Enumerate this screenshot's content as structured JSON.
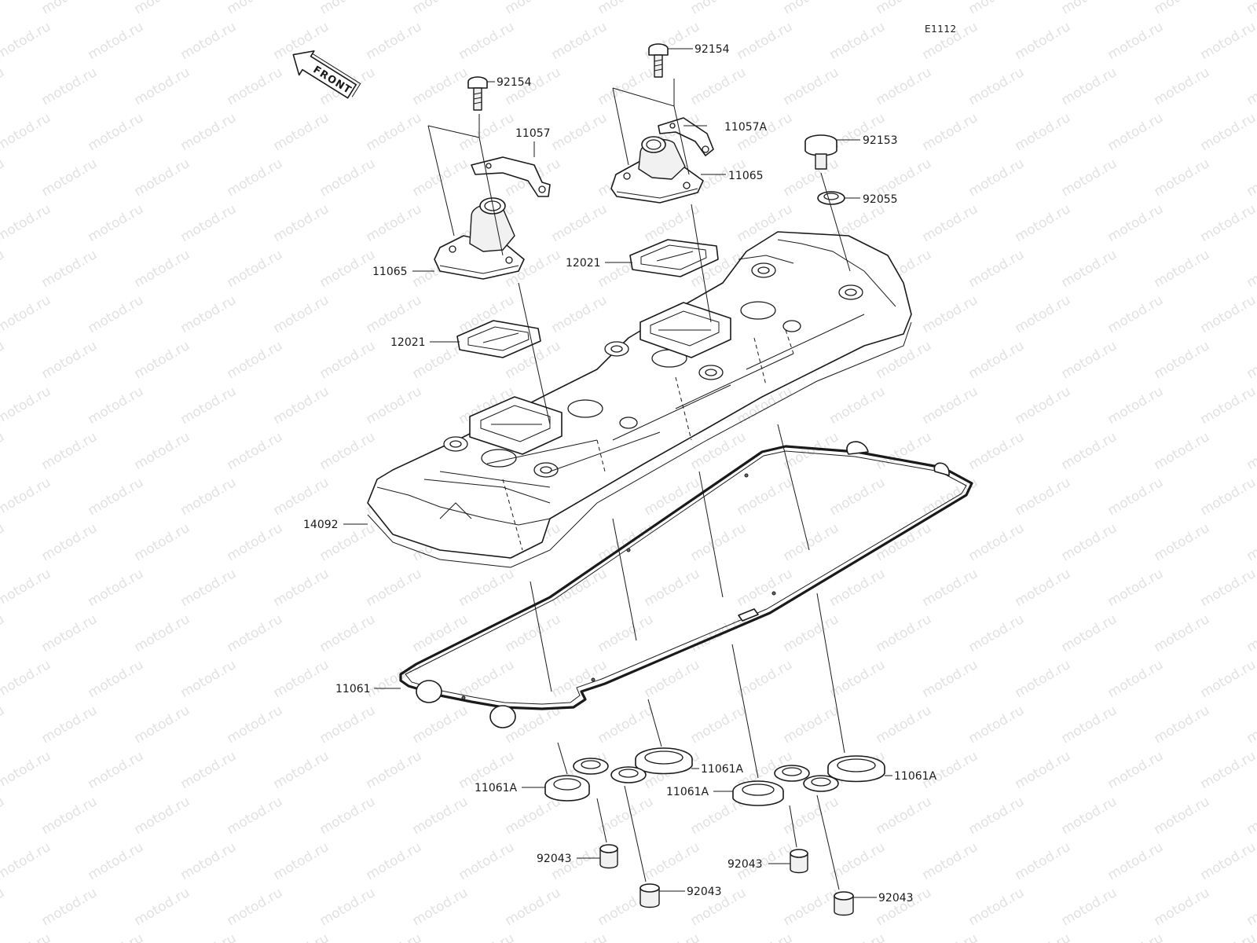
{
  "diagram": {
    "code": "E1112",
    "front_label": "FRONT",
    "watermark": "motod.ru",
    "callouts": [
      {
        "id": "92154-left",
        "part_no": "92154"
      },
      {
        "id": "92154-right",
        "part_no": "92154"
      },
      {
        "id": "11057",
        "part_no": "11057"
      },
      {
        "id": "11057A",
        "part_no": "11057A"
      },
      {
        "id": "92153",
        "part_no": "92153"
      },
      {
        "id": "11065-right",
        "part_no": "11065"
      },
      {
        "id": "92055",
        "part_no": "92055"
      },
      {
        "id": "11065-left",
        "part_no": "11065"
      },
      {
        "id": "12021-right",
        "part_no": "12021"
      },
      {
        "id": "12021-left",
        "part_no": "12021"
      },
      {
        "id": "14092",
        "part_no": "14092"
      },
      {
        "id": "11061",
        "part_no": "11061"
      },
      {
        "id": "11061A-1",
        "part_no": "11061A"
      },
      {
        "id": "11061A-2",
        "part_no": "11061A"
      },
      {
        "id": "11061A-3",
        "part_no": "11061A"
      },
      {
        "id": "11061A-4",
        "part_no": "11061A"
      },
      {
        "id": "92043-1",
        "part_no": "92043"
      },
      {
        "id": "92043-2",
        "part_no": "92043"
      },
      {
        "id": "92043-3",
        "part_no": "92043"
      },
      {
        "id": "92043-4",
        "part_no": "92043"
      }
    ]
  }
}
